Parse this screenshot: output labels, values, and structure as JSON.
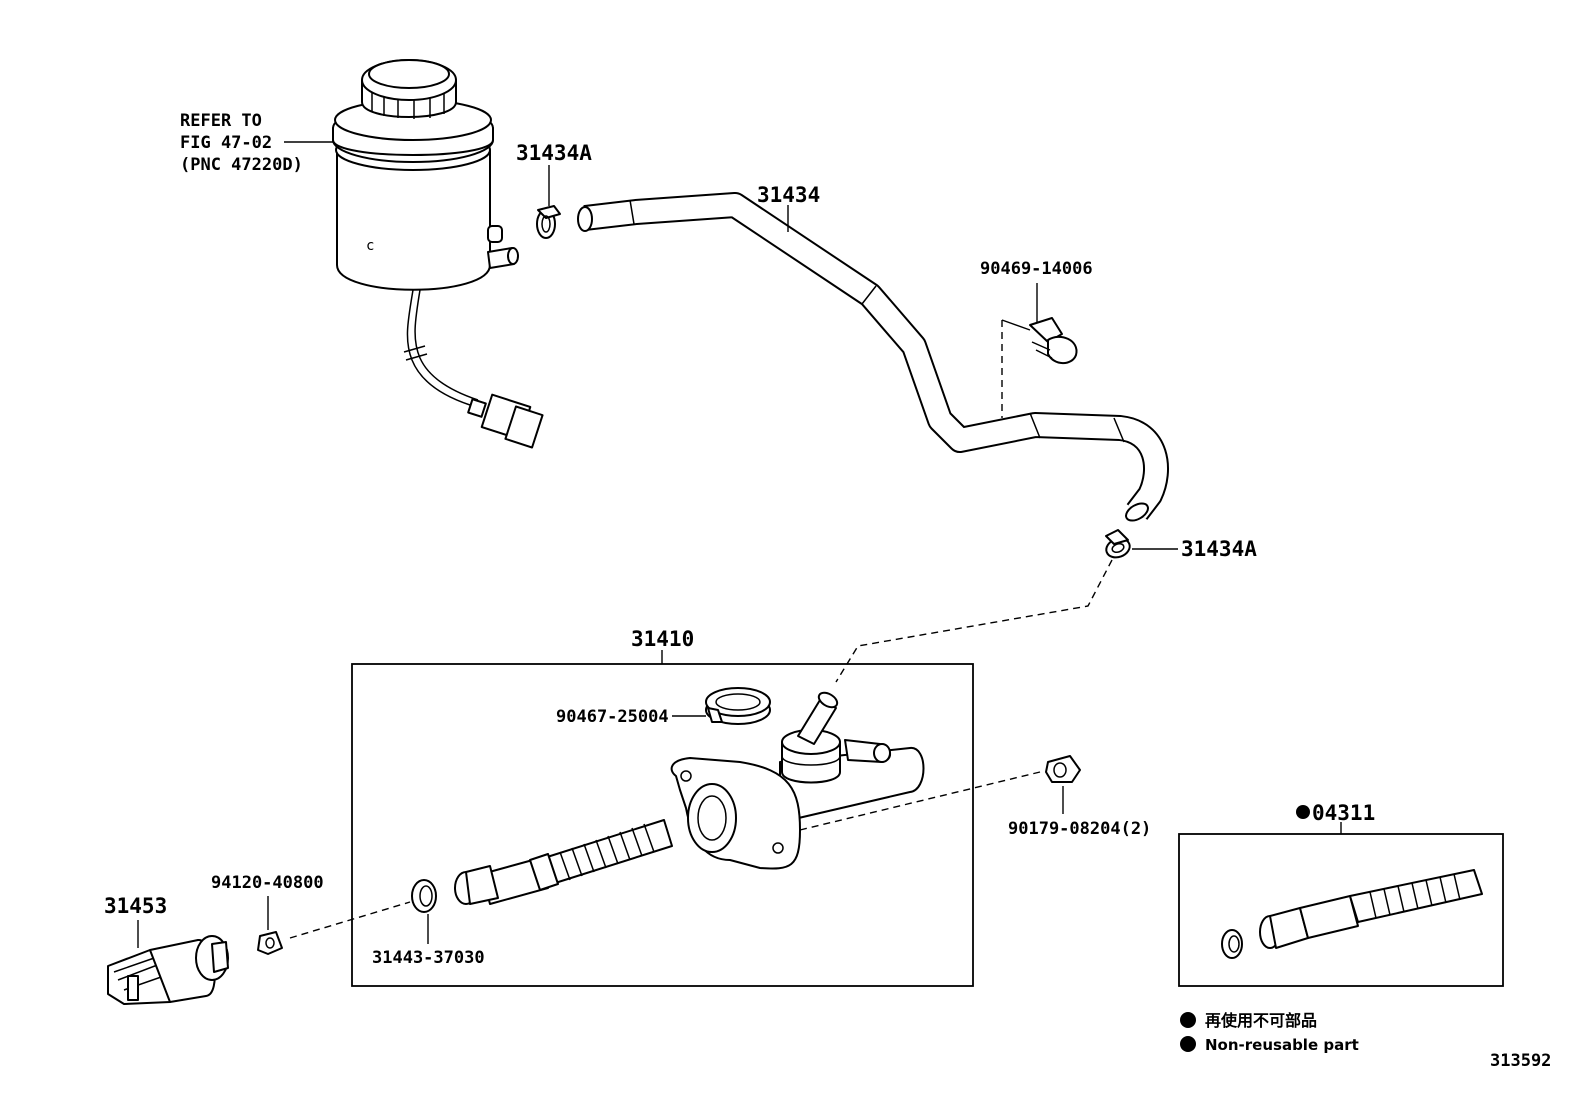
{
  "refer_note": {
    "line1": "REFER TO",
    "line2": "FIG 47-02",
    "line3": "(PNC 47220D)"
  },
  "labels": {
    "clip_upper": "31434A",
    "hose": "31434",
    "clamp_upper": "90469-14006",
    "clip_lower": "31434A",
    "master_cylinder_assy": "31410",
    "hose_clip": "90467-25004",
    "nut": "90179-08204(2)",
    "kit": "04311",
    "switch": "31453",
    "switch_nut": "94120-40800",
    "snap_ring": "31443-37030"
  },
  "legend": {
    "jp": "再使用不可部品",
    "en": "Non-reusable part"
  },
  "figure_id": "313592"
}
